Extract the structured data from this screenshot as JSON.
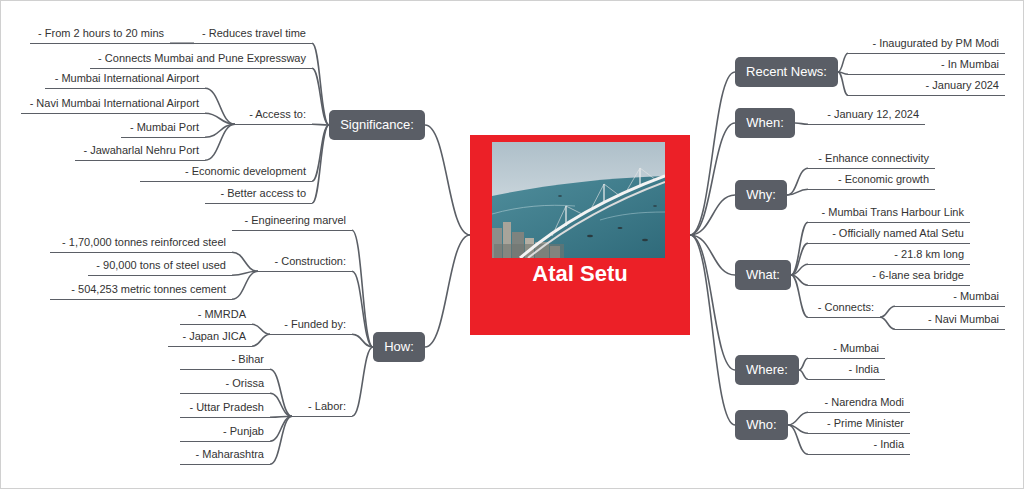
{
  "diagram": {
    "nodes": [
      {
        "text": [
          "Atal Setu"
        ]
      },
      {
        "text": [
          "Recent News:"
        ]
      },
      {
        "text": [
          "- Inaugurated by PM Modi"
        ]
      },
      {
        "text": [
          "- In Mumbai"
        ]
      },
      {
        "text": [
          "- January 2024"
        ]
      },
      {
        "text": [
          "When:"
        ]
      },
      {
        "text": [
          "- January 12, 2024"
        ]
      },
      {
        "text": [
          "Why:"
        ]
      },
      {
        "text": [
          "- Enhance connectivity"
        ]
      },
      {
        "text": [
          "- Economic growth"
        ]
      },
      {
        "text": [
          "What:"
        ]
      },
      {
        "text": [
          "- Mumbai Trans Harbour Link"
        ]
      },
      {
        "text": [
          "- Officially named Atal Setu"
        ]
      },
      {
        "text": [
          "- 21.8 km long"
        ]
      },
      {
        "text": [
          "- 6-lane sea bridge"
        ]
      },
      {
        "text": [
          "- Connects:"
        ]
      },
      {
        "text": [
          "- Mumbai"
        ]
      },
      {
        "text": [
          "- Navi Mumbai"
        ]
      },
      {
        "text": [
          "Where:"
        ]
      },
      {
        "text": [
          "- Mumbai"
        ]
      },
      {
        "text": [
          "- India"
        ]
      },
      {
        "text": [
          "Who:"
        ]
      },
      {
        "text": [
          "- Narendra Modi"
        ]
      },
      {
        "text": [
          "- Prime Minister"
        ]
      },
      {
        "text": [
          "- India"
        ]
      },
      {
        "text": [
          "Significance:"
        ]
      },
      {
        "text": [
          "- Reduces travel time"
        ]
      },
      {
        "text": [
          "- From 2 hours to 20 mins"
        ]
      },
      {
        "text": [
          "- Connects Mumbai and Pune Expressway"
        ]
      },
      {
        "text": [
          "- Access to:"
        ]
      },
      {
        "text": [
          "- Mumbai International Airport"
        ]
      },
      {
        "text": [
          "- Navi Mumbai International Airport"
        ]
      },
      {
        "text": [
          "- Mumbai Port"
        ]
      },
      {
        "text": [
          "- Jawaharlal Nehru Port"
        ]
      },
      {
        "text": [
          "- Economic development"
        ]
      },
      {
        "text": [
          "- Better access to"
        ]
      },
      {
        "text": [
          "How:"
        ]
      },
      {
        "text": [
          "- Engineering marvel"
        ]
      },
      {
        "text": [
          "- Construction:"
        ]
      },
      {
        "text": [
          "- 1,70,000 tonnes reinforced steel"
        ]
      },
      {
        "text": [
          "- 90,000 tons of steel used"
        ]
      },
      {
        "text": [
          "- 504,253 metric tonnes cement"
        ]
      },
      {
        "text": [
          "- Funded by:"
        ]
      },
      {
        "text": [
          "- MMRDA"
        ]
      },
      {
        "text": [
          "- Japan JICA"
        ]
      },
      {
        "text": [
          "- Labor:"
        ]
      },
      {
        "text": [
          "- Bihar"
        ]
      },
      {
        "text": [
          "- Orissa"
        ]
      },
      {
        "text": [
          "- Uttar Pradesh"
        ]
      },
      {
        "text": [
          "- Punjab"
        ]
      },
      {
        "text": [
          "- Maharashtra"
        ]
      }
    ],
    "edges": [
      {
        "from": 0,
        "to": 1,
        "arrow": "none"
      },
      {
        "from": 1,
        "to": 2,
        "arrow": "none"
      },
      {
        "from": 1,
        "to": 3,
        "arrow": "none"
      },
      {
        "from": 1,
        "to": 4,
        "arrow": "none"
      },
      {
        "from": 0,
        "to": 5,
        "arrow": "none"
      },
      {
        "from": 5,
        "to": 6,
        "arrow": "none"
      },
      {
        "from": 0,
        "to": 7,
        "arrow": "none"
      },
      {
        "from": 7,
        "to": 8,
        "arrow": "none"
      },
      {
        "from": 7,
        "to": 9,
        "arrow": "none"
      },
      {
        "from": 0,
        "to": 10,
        "arrow": "none"
      },
      {
        "from": 10,
        "to": 11,
        "arrow": "none"
      },
      {
        "from": 10,
        "to": 12,
        "arrow": "none"
      },
      {
        "from": 10,
        "to": 13,
        "arrow": "none"
      },
      {
        "from": 10,
        "to": 14,
        "arrow": "none"
      },
      {
        "from": 10,
        "to": 15,
        "arrow": "none"
      },
      {
        "from": 15,
        "to": 16,
        "arrow": "none"
      },
      {
        "from": 15,
        "to": 17,
        "arrow": "none"
      },
      {
        "from": 0,
        "to": 18,
        "arrow": "none"
      },
      {
        "from": 18,
        "to": 19,
        "arrow": "none"
      },
      {
        "from": 18,
        "to": 20,
        "arrow": "none"
      },
      {
        "from": 0,
        "to": 21,
        "arrow": "none"
      },
      {
        "from": 21,
        "to": 22,
        "arrow": "none"
      },
      {
        "from": 21,
        "to": 23,
        "arrow": "none"
      },
      {
        "from": 21,
        "to": 24,
        "arrow": "none"
      },
      {
        "from": 0,
        "to": 25,
        "arrow": "none"
      },
      {
        "from": 25,
        "to": 26,
        "arrow": "none"
      },
      {
        "from": 26,
        "to": 27,
        "arrow": "none"
      },
      {
        "from": 25,
        "to": 28,
        "arrow": "none"
      },
      {
        "from": 25,
        "to": 29,
        "arrow": "none"
      },
      {
        "from": 29,
        "to": 30,
        "arrow": "none"
      },
      {
        "from": 29,
        "to": 31,
        "arrow": "none"
      },
      {
        "from": 29,
        "to": 32,
        "arrow": "none"
      },
      {
        "from": 29,
        "to": 33,
        "arrow": "none"
      },
      {
        "from": 25,
        "to": 34,
        "arrow": "none"
      },
      {
        "from": 25,
        "to": 35,
        "arrow": "none"
      },
      {
        "from": 0,
        "to": 36,
        "arrow": "none"
      },
      {
        "from": 36,
        "to": 37,
        "arrow": "none"
      },
      {
        "from": 36,
        "to": 38,
        "arrow": "none"
      },
      {
        "from": 38,
        "to": 39,
        "arrow": "none"
      },
      {
        "from": 38,
        "to": 40,
        "arrow": "none"
      },
      {
        "from": 38,
        "to": 41,
        "arrow": "none"
      },
      {
        "from": 36,
        "to": 42,
        "arrow": "none"
      },
      {
        "from": 42,
        "to": 43,
        "arrow": "none"
      },
      {
        "from": 42,
        "to": 44,
        "arrow": "none"
      },
      {
        "from": 36,
        "to": 45,
        "arrow": "none"
      },
      {
        "from": 45,
        "to": 46,
        "arrow": "none"
      },
      {
        "from": 45,
        "to": 47,
        "arrow": "none"
      },
      {
        "from": 45,
        "to": 48,
        "arrow": "none"
      },
      {
        "from": 45,
        "to": 49,
        "arrow": "none"
      },
      {
        "from": 45,
        "to": 50,
        "arrow": "none"
      }
    ]
  }
}
